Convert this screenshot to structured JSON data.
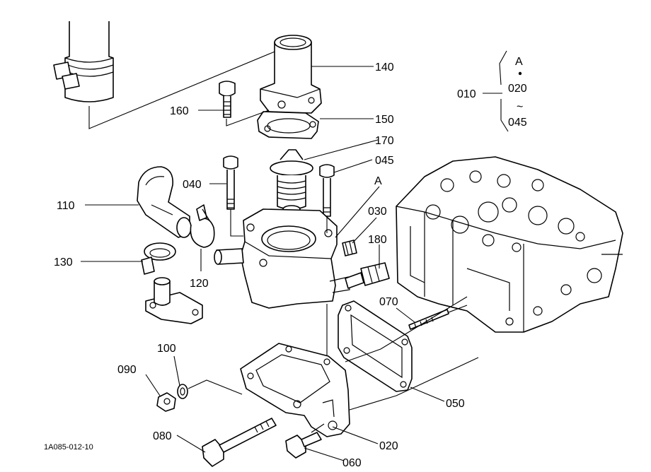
{
  "diagram_id": "1A085-012-10",
  "callouts": [
    {
      "id": "140",
      "text": "140"
    },
    {
      "id": "150",
      "text": "150"
    },
    {
      "id": "160",
      "text": "160"
    },
    {
      "id": "170",
      "text": "170"
    },
    {
      "id": "045",
      "text": "045"
    },
    {
      "id": "040",
      "text": "040"
    },
    {
      "id": "A",
      "text": "A"
    },
    {
      "id": "030",
      "text": "030"
    },
    {
      "id": "110",
      "text": "110"
    },
    {
      "id": "180",
      "text": "180"
    },
    {
      "id": "130",
      "text": "130"
    },
    {
      "id": "120",
      "text": "120"
    },
    {
      "id": "070",
      "text": "070"
    },
    {
      "id": "100",
      "text": "100"
    },
    {
      "id": "090",
      "text": "090"
    },
    {
      "id": "050",
      "text": "050"
    },
    {
      "id": "080",
      "text": "080"
    },
    {
      "id": "020",
      "text": "020"
    },
    {
      "id": "060",
      "text": "060"
    }
  ],
  "range_note": {
    "parent": "010",
    "letter": "A",
    "dot": "•",
    "from": "020",
    "tilde": "~",
    "to": "045"
  }
}
